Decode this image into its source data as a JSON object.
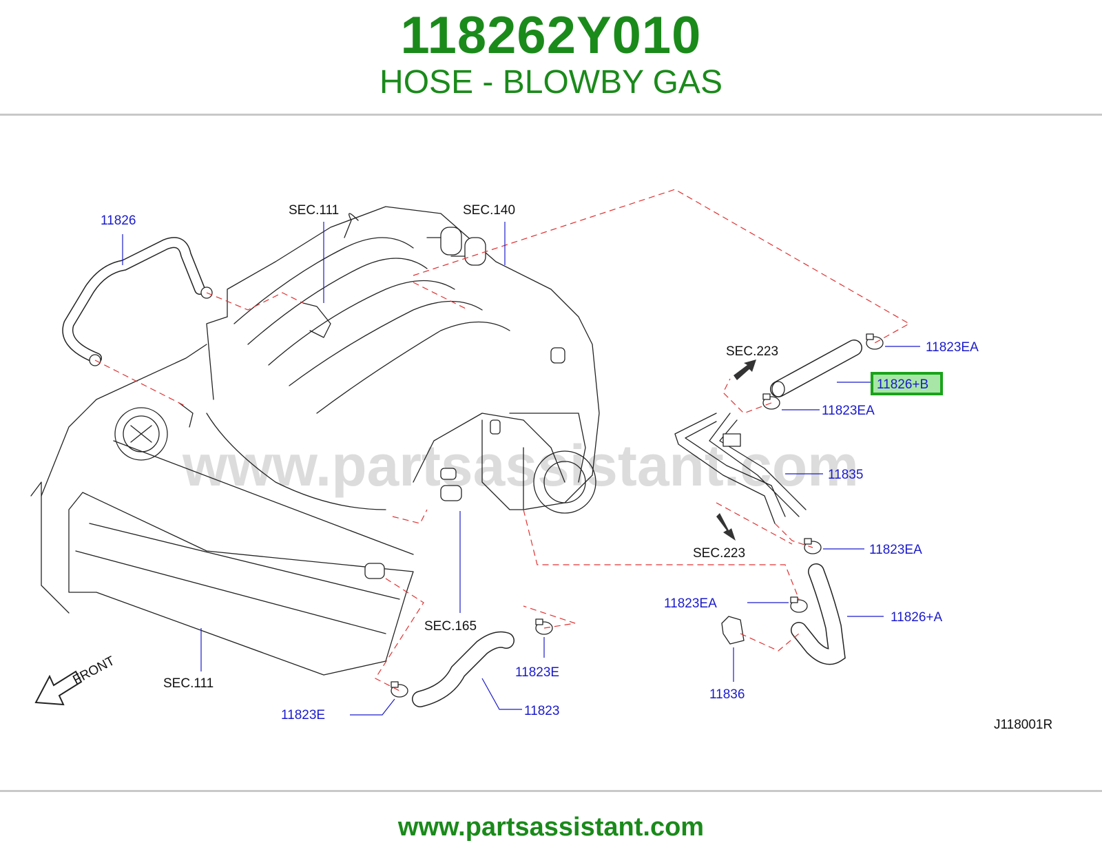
{
  "header": {
    "part_number": "118262Y010",
    "part_name": "HOSE - BLOWBY GAS"
  },
  "diagram": {
    "watermark": "www.partsassistant.com",
    "drawing_code": "J118001R",
    "front_label": "FRONT",
    "sections": {
      "sec111_top": "SEC.111",
      "sec140": "SEC.140",
      "sec223_top": "SEC.223",
      "sec223_bottom": "SEC.223",
      "sec165": "SEC.165",
      "sec111_bottom": "SEC.111"
    },
    "callouts": {
      "c11826": "11826",
      "c11823ea_1": "11823EA",
      "c11826b": "11826+B",
      "c11823ea_2": "11823EA",
      "c11835": "11835",
      "c11823ea_3": "11823EA",
      "c11823ea_4": "11823EA",
      "c11826a": "11826+A",
      "c11836": "11836",
      "c11823e_1": "11823E",
      "c11823": "11823",
      "c11823e_2": "11823E"
    },
    "highlight_color": "#1aa31a",
    "highlight_fill": "#a8e6a8"
  },
  "footer": {
    "url": "www.partsassistant.com"
  }
}
